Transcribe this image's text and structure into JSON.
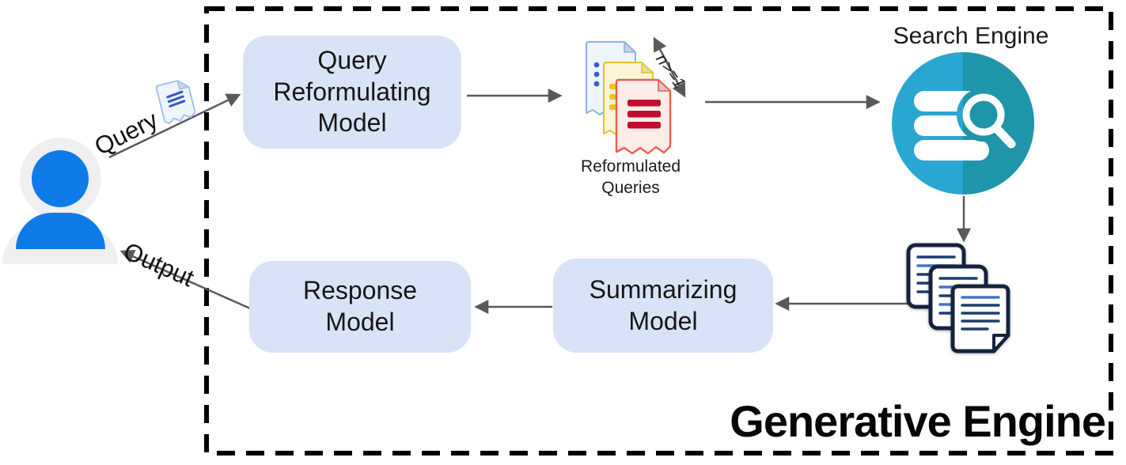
{
  "diagram_title": "Generative Engine",
  "user": {
    "icon": "user-avatar-icon"
  },
  "edges": {
    "query_label": "Query",
    "output_label": "Output",
    "n_range_label": "n>=1"
  },
  "nodes": {
    "query_reformulating_model": {
      "label": "Query\nReformulating\nModel"
    },
    "reformulated_queries": {
      "caption": "Reformulated\nQueries",
      "icon": "reformulated-queries-icon"
    },
    "search_engine": {
      "label": "Search Engine",
      "icon": "search-engine-icon"
    },
    "retrieved_documents": {
      "icon": "retrieved-documents-icon"
    },
    "summarizing_model": {
      "label": "Summarizing\nModel"
    },
    "response_model": {
      "label": "Response\nModel"
    }
  },
  "colors": {
    "model_box_fill": "#d9e3f8",
    "dashed_border": "#000000",
    "arrow_gray": "#595959",
    "user_blue": "#0f7be8",
    "user_gray": "#efeff1",
    "search_teal_left": "#2aa6d2",
    "search_teal_right": "#1f95a9",
    "query_doc_border": "#8cb2e8",
    "yellow_doc_border": "#e3c32a",
    "red_doc_border": "#e7604c",
    "red_doc_bars": "#c00e2e",
    "result_doc_border": "#16223e"
  }
}
